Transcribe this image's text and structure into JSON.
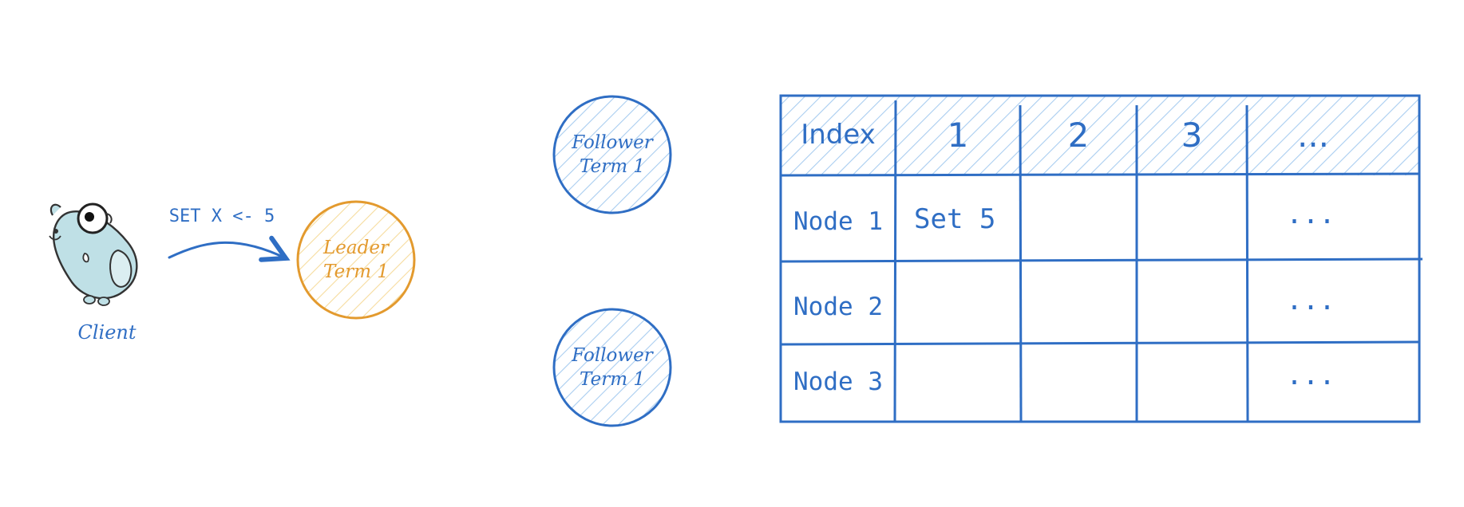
{
  "colors": {
    "blue": "#2f6ec4",
    "blue_hatch": "#a9cdf0",
    "orange": "#e39a2e",
    "orange_hatch": "#f6dc9e",
    "gopher_fill": "#bfe0e6",
    "gopher_stroke": "#333333"
  },
  "client": {
    "label": "Client",
    "icon": "gopher-icon"
  },
  "request": {
    "label": "SET X <- 5",
    "icon": "curved-arrow-icon"
  },
  "leader": {
    "line1": "Leader",
    "line2": "Term 1"
  },
  "followers": [
    {
      "line1": "Follower",
      "line2": "Term 1"
    },
    {
      "line1": "Follower",
      "line2": "Term 1"
    }
  ],
  "log_table": {
    "header": {
      "corner": "Index",
      "columns": [
        "1",
        "2",
        "3",
        "..."
      ]
    },
    "rows": [
      {
        "label": "Node 1",
        "cells": [
          "Set 5",
          "",
          "",
          "..."
        ]
      },
      {
        "label": "Node 2",
        "cells": [
          "",
          "",
          "",
          "..."
        ]
      },
      {
        "label": "Node 3",
        "cells": [
          "",
          "",
          "",
          "..."
        ]
      }
    ]
  }
}
